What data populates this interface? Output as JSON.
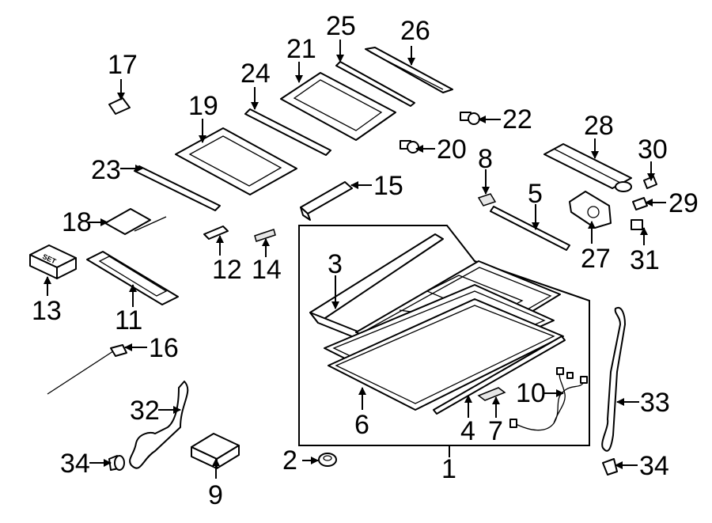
{
  "diagram": {
    "callouts": {
      "c1": "1",
      "c2": "2",
      "c3": "3",
      "c4": "4",
      "c5": "5",
      "c6": "6",
      "c7": "7",
      "c8": "8",
      "c9": "9",
      "c10": "10",
      "c11": "11",
      "c12": "12",
      "c13": "13",
      "c14": "14",
      "c15": "15",
      "c16": "16",
      "c17": "17",
      "c18": "18",
      "c19": "19",
      "c20": "20",
      "c21": "21",
      "c22": "22",
      "c23": "23",
      "c24": "24",
      "c25": "25",
      "c26": "26",
      "c27": "27",
      "c28": "28",
      "c29": "29",
      "c30": "30",
      "c31": "31",
      "c32": "32",
      "c33": "33",
      "c34a": "34",
      "c34b": "34"
    },
    "kit_box_label": "SET"
  }
}
